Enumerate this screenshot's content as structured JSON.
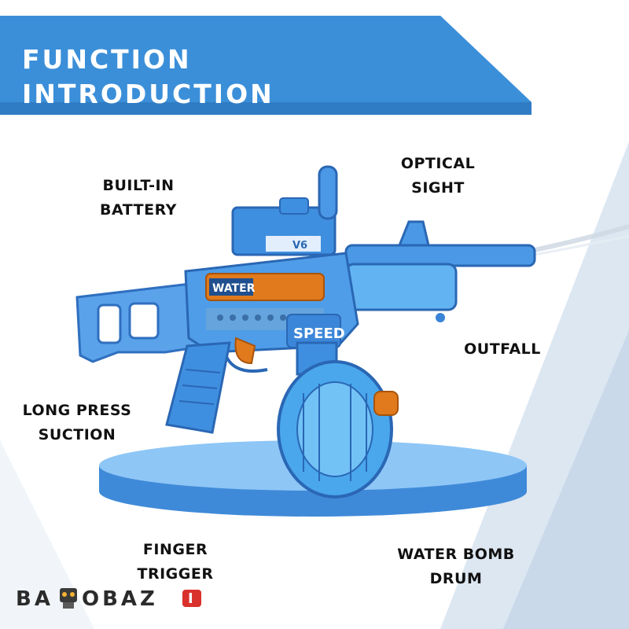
{
  "banner": {
    "title_line1": "FUNCTION",
    "title_line2": "INTRODUCTION"
  },
  "callouts": {
    "built_in_battery": [
      "BUILT-IN",
      "BATTERY"
    ],
    "optical_sight": [
      "OPTICAL",
      "SIGHT"
    ],
    "outfall": [
      "OUTFALL"
    ],
    "long_press_suction": [
      "LONG PRESS",
      "SUCTION"
    ],
    "finger_trigger": [
      "FINGER",
      "TRIGGER"
    ],
    "water_bomb_drum": [
      "WATER BOMB",
      "DRUM"
    ]
  },
  "product": {
    "side_label": "WATER",
    "body_label": "SPEED",
    "sight_label": "V6"
  },
  "logo": {
    "text": "BA OBAZ I"
  },
  "colors": {
    "banner": "#3b8fd9",
    "banner_shadow": "#2f7cc4",
    "gun_body": "#3f8fe0",
    "gun_dark": "#2c6fc4",
    "accent_orange": "#e07a1c",
    "platform": "#5aa9ec",
    "background_panel": "#d9e6f3"
  }
}
